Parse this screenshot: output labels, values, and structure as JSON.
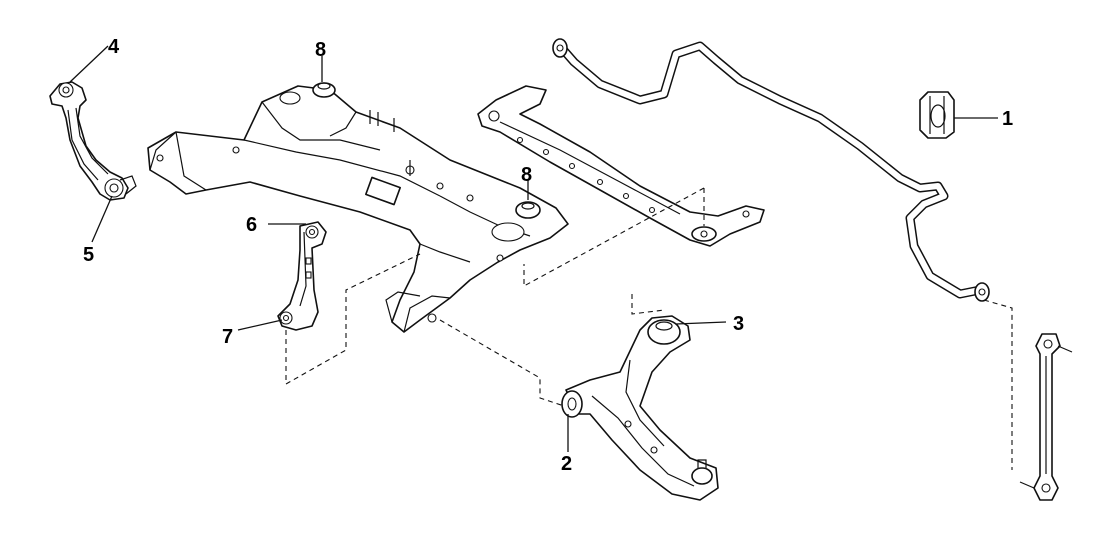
{
  "callouts": [
    {
      "id": "c1",
      "label": "1"
    },
    {
      "id": "c2",
      "label": "2"
    },
    {
      "id": "c3",
      "label": "3"
    },
    {
      "id": "c4",
      "label": "4"
    },
    {
      "id": "c5",
      "label": "5"
    },
    {
      "id": "c6",
      "label": "6"
    },
    {
      "id": "c7",
      "label": "7"
    },
    {
      "id": "c8a",
      "label": "8"
    },
    {
      "id": "c8b",
      "label": "8"
    }
  ]
}
